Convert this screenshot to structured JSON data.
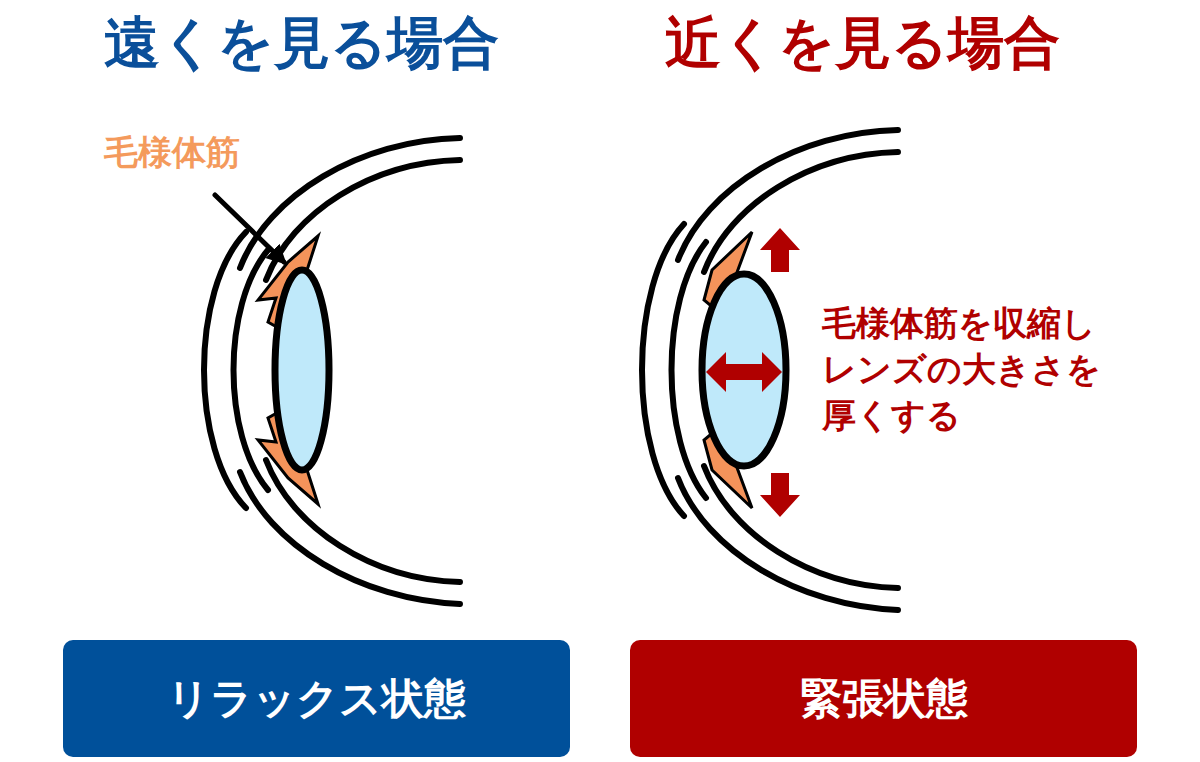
{
  "diagram": {
    "nodes": [
      {
        "text": [
          "リラックス状態"
        ]
      },
      {
        "text": [
          "緊張状態"
        ]
      }
    ],
    "labels": [
      "遠くを見る場合",
      "近くを見る場合",
      "毛様体筋",
      "毛様体筋を収縮し レンズの大きさを 厚くする"
    ]
  }
}
